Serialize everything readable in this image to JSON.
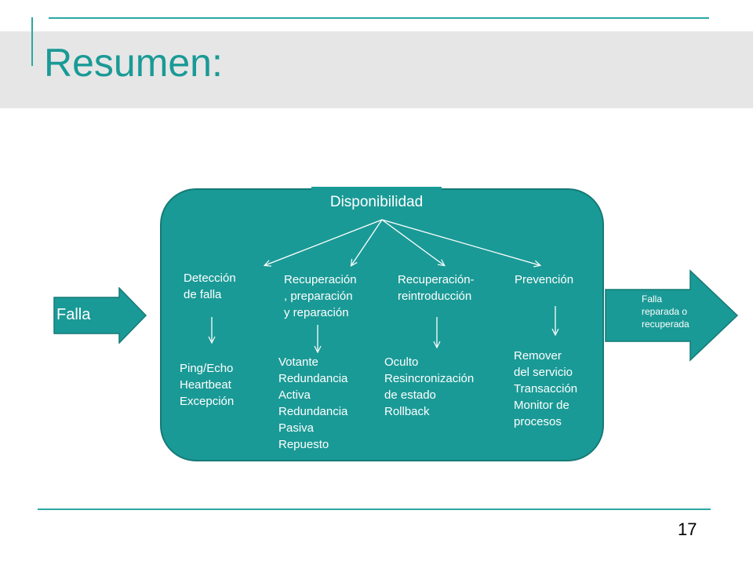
{
  "slide": {
    "title": "Resumen:",
    "page_number": "17"
  },
  "diagram": {
    "root": "Disponibilidad",
    "input": "Falla",
    "output": "Falla\nreparada o\nrecuperada",
    "categories": [
      {
        "label": "Detección\nde falla",
        "tactics": "Ping/Echo\nHeartbeat\nExcepción"
      },
      {
        "label": "Recuperación\n, preparación\ny reparación",
        "tactics": "Votante\nRedundancia\nActiva\nRedundancia\nPasiva\nRepuesto"
      },
      {
        "label": "Recuperación-\nreintroducción",
        "tactics": "Oculto\nResincronización\nde estado\nRollback"
      },
      {
        "label": "Prevención",
        "tactics": "Remover\ndel servicio\nTransacción\nMonitor de\nprocesos"
      }
    ]
  },
  "colors": {
    "teal": "#1a9a96",
    "band": "#e6e6e6",
    "rule": "#2aa8a2"
  }
}
